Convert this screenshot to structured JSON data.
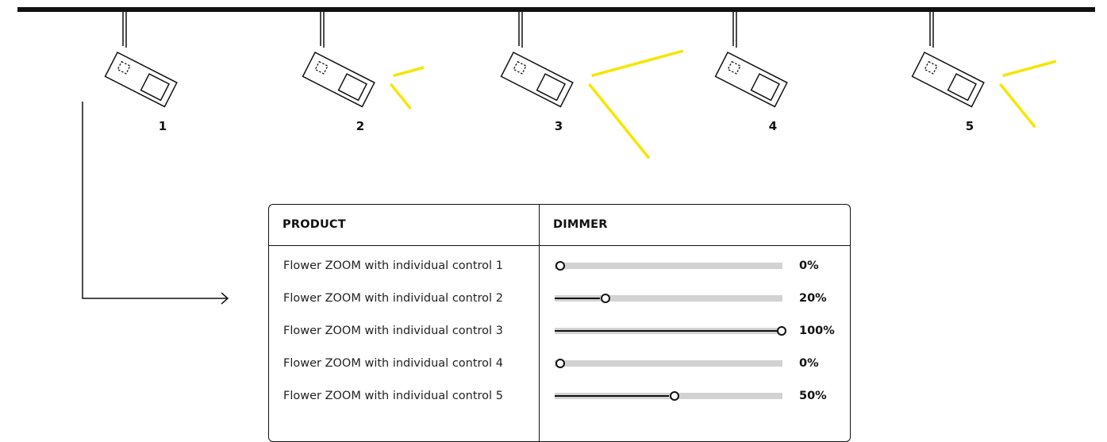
{
  "lamps": [
    {
      "number": "1",
      "level": 0
    },
    {
      "number": "2",
      "level": 20
    },
    {
      "number": "3",
      "level": 100
    },
    {
      "number": "4",
      "level": 0
    },
    {
      "number": "5",
      "level": 50
    }
  ],
  "beam_color": "#f5e600",
  "line_color": "#111111",
  "table": {
    "columns": [
      "PRODUCT",
      "DIMMER"
    ],
    "rows": [
      {
        "product": "Flower ZOOM with individual control 1",
        "level": 0,
        "value": "0%"
      },
      {
        "product": "Flower ZOOM with individual control 2",
        "level": 20,
        "value": "20%"
      },
      {
        "product": "Flower ZOOM with individual control 3",
        "level": 100,
        "value": "100%"
      },
      {
        "product": "Flower ZOOM with individual control 4",
        "level": 0,
        "value": "0%"
      },
      {
        "product": "Flower ZOOM with individual control 5",
        "level": 50,
        "value": "50%"
      }
    ]
  }
}
